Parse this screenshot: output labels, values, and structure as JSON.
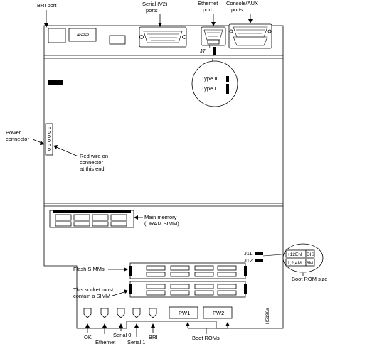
{
  "labels": {
    "bri_port": "BRI port",
    "serial_v2_line1": "Serial (V2)",
    "serial_v2_line2": "ports",
    "ethernet_line1": "Ethernet",
    "ethernet_line2": "port",
    "console_line1": "Console/AUX",
    "console_line2": "ports",
    "j7": "J7",
    "type2": "Type II",
    "type1": "Type I",
    "power_line1": "Power",
    "power_line2": "connector",
    "red_wire_line1": "Red wire on",
    "red_wire_line2": "connector",
    "red_wire_line3": "at this end",
    "main_mem_line1": "Main memory",
    "main_mem_line2": "(DRAM SIMM)",
    "j11": "J11",
    "j12": "J12",
    "rom_opt1": "+12EN",
    "rom_opt2": "DIS",
    "rom_opt3": "1,2,4M",
    "rom_opt4": "8M",
    "boot_rom_size": "Boot ROM size",
    "flash_simms": "Flash SIMMs",
    "socket_line1": "This socket must",
    "socket_line2": "contain a SIMM",
    "rom1": "PW1",
    "rom2": "PW2",
    "fig_id": "H5196a",
    "led_ok": "OK",
    "led_ethernet": "Ethernet",
    "led_serial0": "Serial 0",
    "led_serial1": "Serial 1",
    "led_bri": "BRI",
    "boot_roms": "Boot ROMs"
  }
}
